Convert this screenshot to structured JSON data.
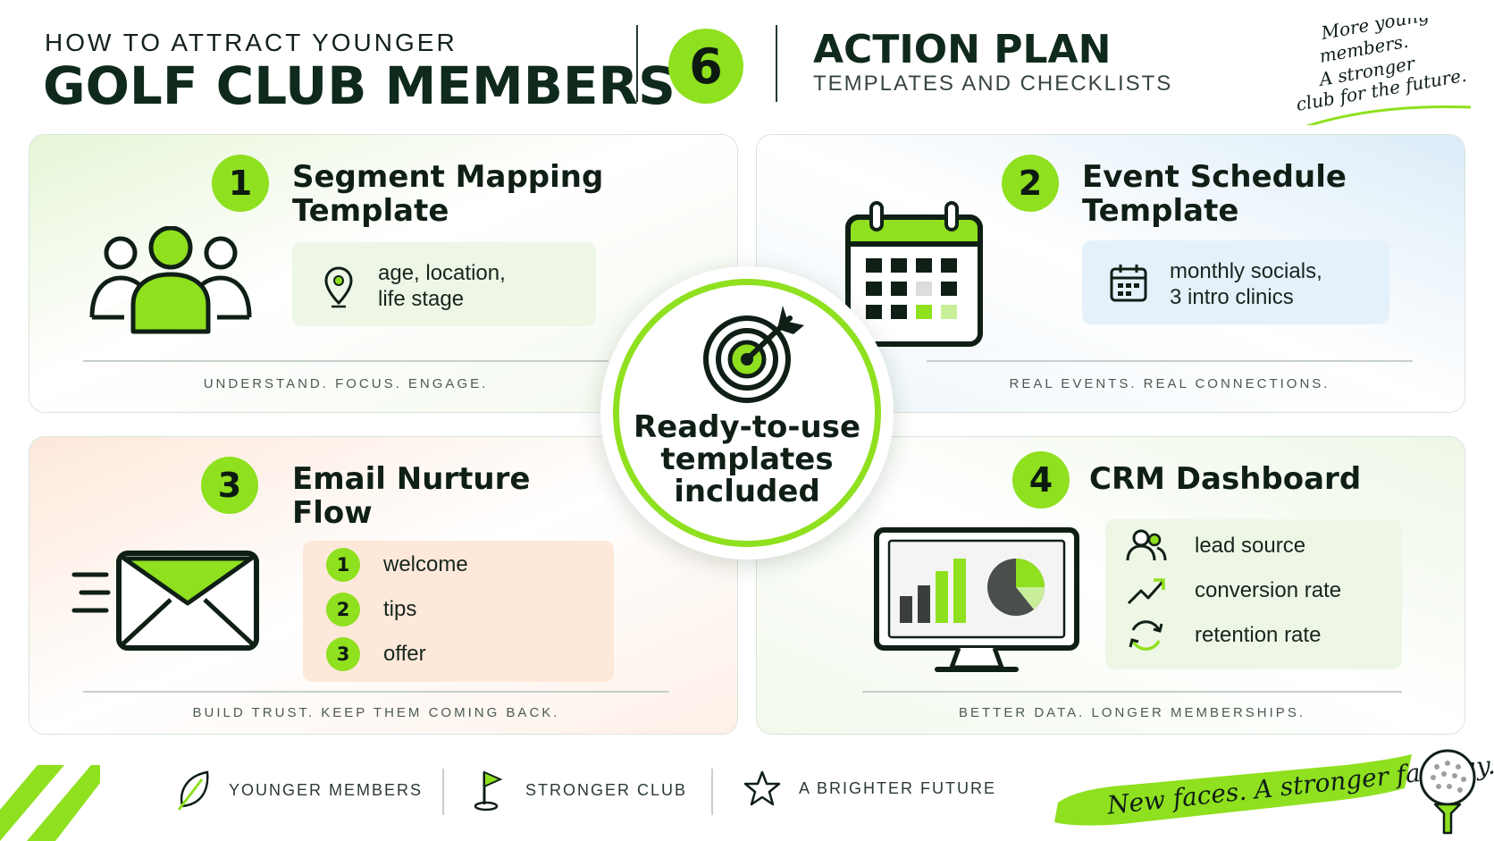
{
  "header": {
    "kicker": "HOW TO ATTRACT YOUNGER",
    "title": "GOLF CLUB MEMBERS",
    "section_number": "6",
    "section_title": "ACTION PLAN",
    "section_subtitle": "TEMPLATES AND CHECKLISTS",
    "script_lines": [
      "More young",
      "members.",
      "A stronger",
      "club for the future."
    ]
  },
  "cards": {
    "segment": {
      "number": "1",
      "title_lines": [
        "Segment Mapping",
        "Template"
      ],
      "info_lines": [
        "age, location,",
        "life stage"
      ],
      "tagline": "UNDERSTAND. FOCUS. ENGAGE."
    },
    "events": {
      "number": "2",
      "title_lines": [
        "Event Schedule",
        "Template"
      ],
      "info_lines": [
        "monthly socials,",
        "3 intro clinics"
      ],
      "tagline": "REAL EVENTS. REAL CONNECTIONS."
    },
    "email": {
      "number": "3",
      "title_lines": [
        "Email Nurture",
        "Flow"
      ],
      "steps": [
        {
          "num": "1",
          "label": "welcome"
        },
        {
          "num": "2",
          "label": "tips"
        },
        {
          "num": "3",
          "label": "offer"
        }
      ],
      "tagline": "BUILD TRUST. KEEP THEM COMING BACK."
    },
    "crm": {
      "number": "4",
      "title": "CRM Dashboard",
      "metrics": [
        {
          "icon": "users-icon",
          "label": "lead source"
        },
        {
          "icon": "trend-up-icon",
          "label": "conversion rate"
        },
        {
          "icon": "refresh-icon",
          "label": "retention rate"
        }
      ],
      "tagline": "BETTER DATA. LONGER MEMBERSHIPS."
    }
  },
  "center": {
    "lines": [
      "Ready-to-use",
      "templates",
      "included"
    ]
  },
  "footer": {
    "items": [
      {
        "icon": "leaf-icon",
        "label": "YOUNGER MEMBERS"
      },
      {
        "icon": "flag-icon",
        "label": "STRONGER CLUB"
      },
      {
        "icon": "star-icon",
        "label": "A BRIGHTER FUTURE"
      }
    ],
    "slogan": "New faces. A stronger fairway."
  },
  "colors": {
    "accent": "#8fe01f",
    "dark": "#0f2a1c",
    "green_tint": "#eef7e6",
    "blue_tint": "#e4f1fb",
    "peach_tint": "#fdece0"
  }
}
